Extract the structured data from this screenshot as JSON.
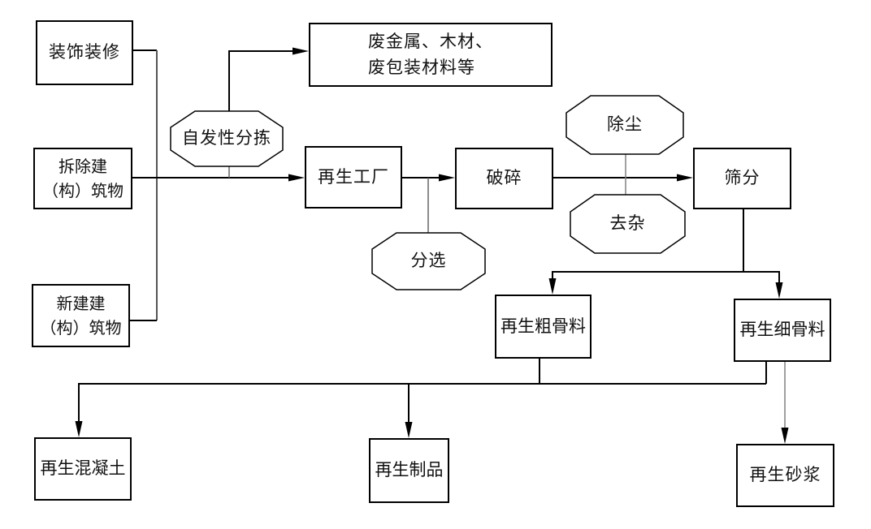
{
  "title": "construction-waste-recycling-flowchart",
  "colors": {
    "background": "#ffffff",
    "line": "#000000",
    "gray_connector": "#808080",
    "border": "#000000",
    "text": "#111111"
  },
  "nodes": {
    "decoration": {
      "label": "装饰装修",
      "shape": "rect"
    },
    "demolition": {
      "label": "拆除建\n（构）筑物",
      "shape": "rect"
    },
    "new_construction": {
      "label": "新建建\n（构）筑物",
      "shape": "rect"
    },
    "waste_materials": {
      "label": "废金属、木材、\n废包装材料等",
      "shape": "rect"
    },
    "spontaneous_sorting": {
      "label": "自发性分拣",
      "shape": "octagon"
    },
    "recycling_factory": {
      "label": "再生工厂",
      "shape": "rect"
    },
    "sorting": {
      "label": "分选",
      "shape": "octagon"
    },
    "crushing": {
      "label": "破碎",
      "shape": "rect"
    },
    "dust_removal": {
      "label": "除尘",
      "shape": "octagon"
    },
    "impurity_removal": {
      "label": "去杂",
      "shape": "octagon"
    },
    "screening": {
      "label": "筛分",
      "shape": "rect"
    },
    "coarse_aggregate": {
      "label": "再生粗骨料",
      "shape": "rect"
    },
    "fine_aggregate": {
      "label": "再生细骨料",
      "shape": "rect"
    },
    "recycled_concrete": {
      "label": "再生混凝土",
      "shape": "rect"
    },
    "recycled_products": {
      "label": "再生制品",
      "shape": "rect"
    },
    "recycled_mortar": {
      "label": "再生砂浆",
      "shape": "rect"
    }
  },
  "edges": [
    {
      "from": "decoration",
      "to": "main_line",
      "type": "line"
    },
    {
      "from": "demolition",
      "to": "recycling_factory",
      "type": "arrow"
    },
    {
      "from": "new_construction",
      "to": "main_line",
      "type": "line"
    },
    {
      "from": "spontaneous_sorting",
      "to": "waste_materials",
      "type": "arrow"
    },
    {
      "from": "spontaneous_sorting",
      "to": "main_line",
      "type": "line"
    },
    {
      "from": "recycling_factory",
      "to": "crushing",
      "type": "arrow"
    },
    {
      "from": "sorting",
      "to": "recycling_factory_crushing_line",
      "type": "line"
    },
    {
      "from": "crushing",
      "to": "screening",
      "type": "arrow"
    },
    {
      "from": "dust_removal",
      "to": "impurity_removal",
      "type": "line"
    },
    {
      "from": "screening",
      "to": "coarse_aggregate",
      "type": "arrow"
    },
    {
      "from": "screening",
      "to": "fine_aggregate",
      "type": "arrow"
    },
    {
      "from": "coarse_aggregate",
      "to": "distribution_line",
      "type": "line"
    },
    {
      "from": "fine_aggregate",
      "to": "distribution_line",
      "type": "line"
    },
    {
      "from": "distribution_line",
      "to": "recycled_concrete",
      "type": "arrow"
    },
    {
      "from": "distribution_line",
      "to": "recycled_products",
      "type": "arrow"
    },
    {
      "from": "fine_aggregate",
      "to": "recycled_mortar",
      "type": "arrow"
    }
  ]
}
